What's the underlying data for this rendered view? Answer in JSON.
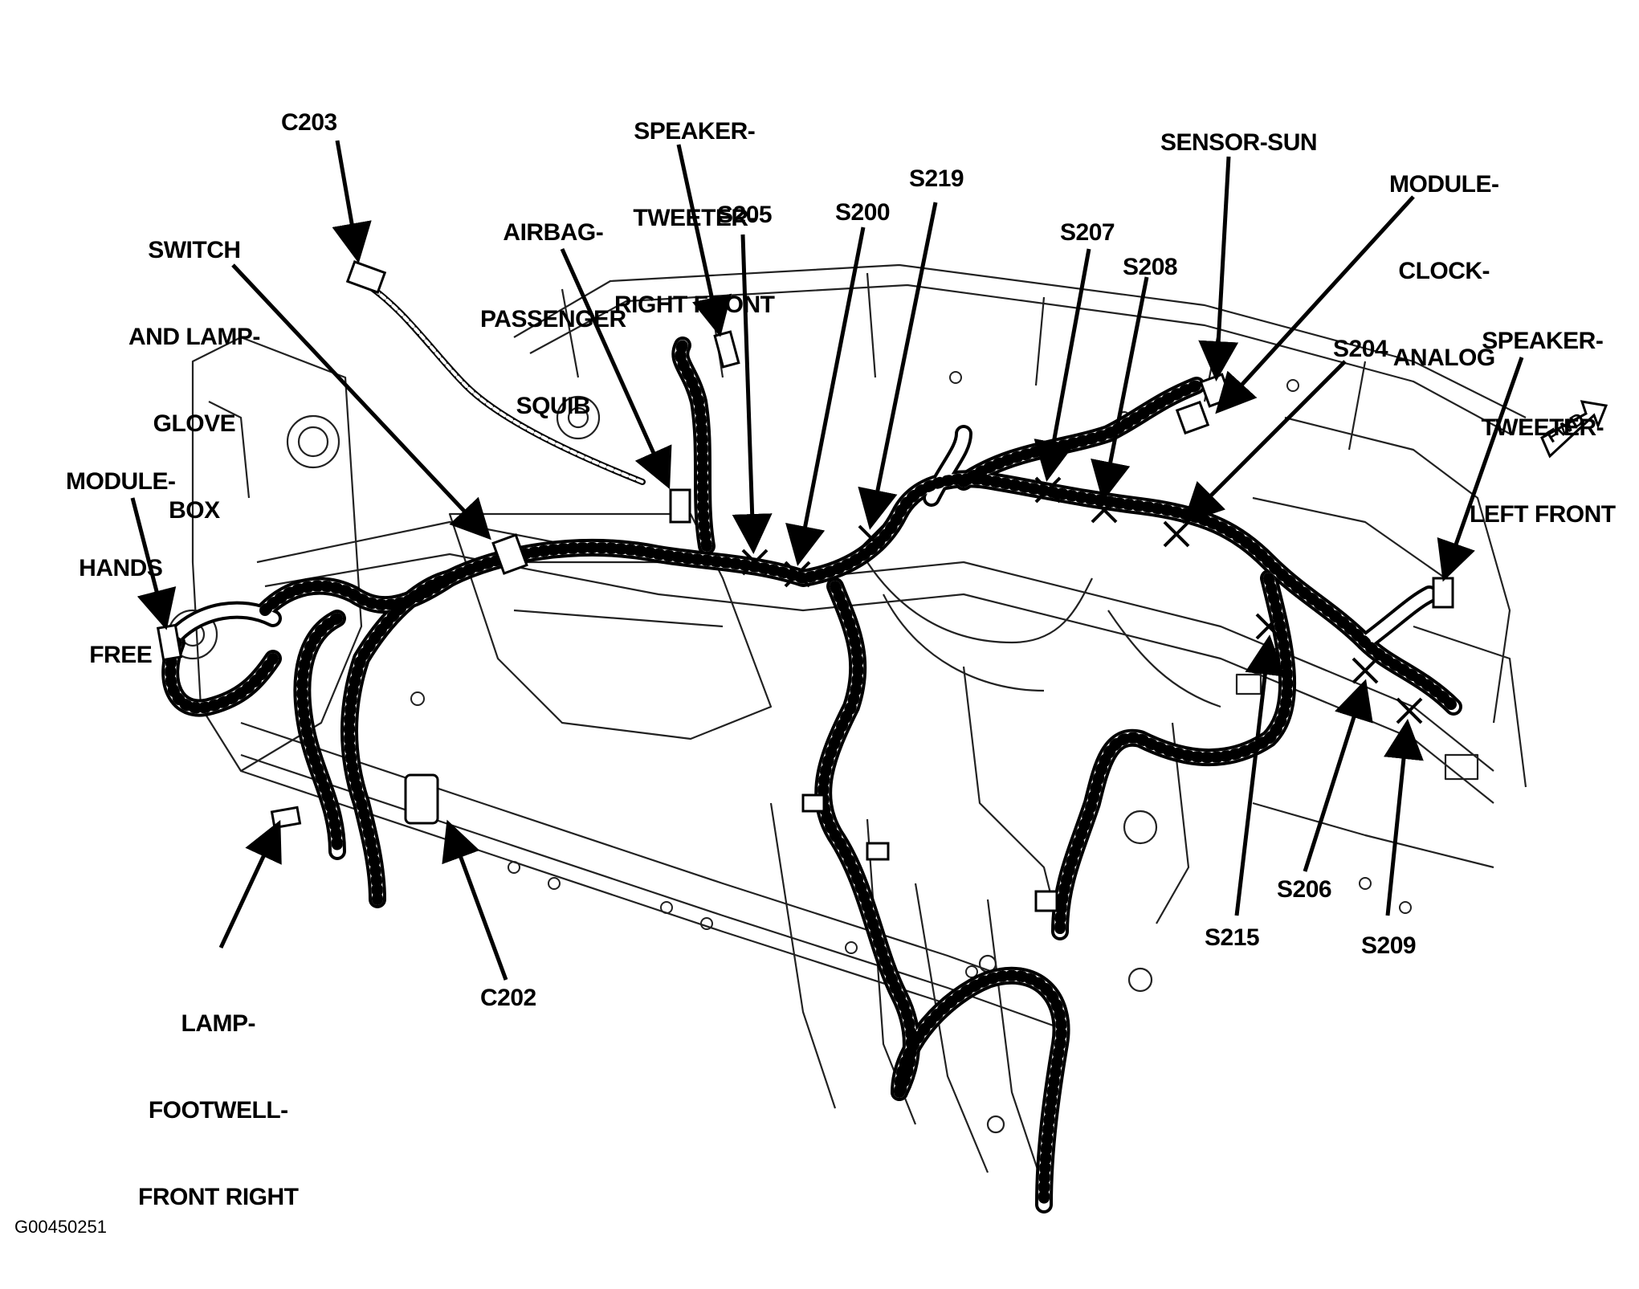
{
  "labels": {
    "c203": "C203",
    "switch_lamp_glove_box": [
      "SWITCH",
      "AND LAMP-",
      "GLOVE",
      "BOX"
    ],
    "speaker_tweeter_right_front": [
      "SPEAKER-",
      "TWEETER-",
      "RIGHT FRONT"
    ],
    "airbag_passenger_squib": [
      "AIRBAG-",
      "PASSENGER",
      "SQUIB"
    ],
    "s205": "S205",
    "s200": "S200",
    "s219": "S219",
    "s207": "S207",
    "s208": "S208",
    "sensor_sun": "SENSOR-SUN",
    "module_clock_analog": [
      "MODULE-",
      "CLOCK-",
      "ANALOG"
    ],
    "speaker_tweeter_left_front": [
      "SPEAKER-",
      "TWEETER-",
      "LEFT FRONT"
    ],
    "s204": "S204",
    "module_hands_free": [
      "MODULE-",
      "HANDS",
      "FREE"
    ],
    "lamp_footwell_front_right": [
      "LAMP-",
      "FOOTWELL-",
      "FRONT RIGHT"
    ],
    "c202": "C202",
    "s215": "S215",
    "s206": "S206",
    "s209": "S209",
    "fwd": "FWD"
  },
  "figure_code": "G00450251"
}
